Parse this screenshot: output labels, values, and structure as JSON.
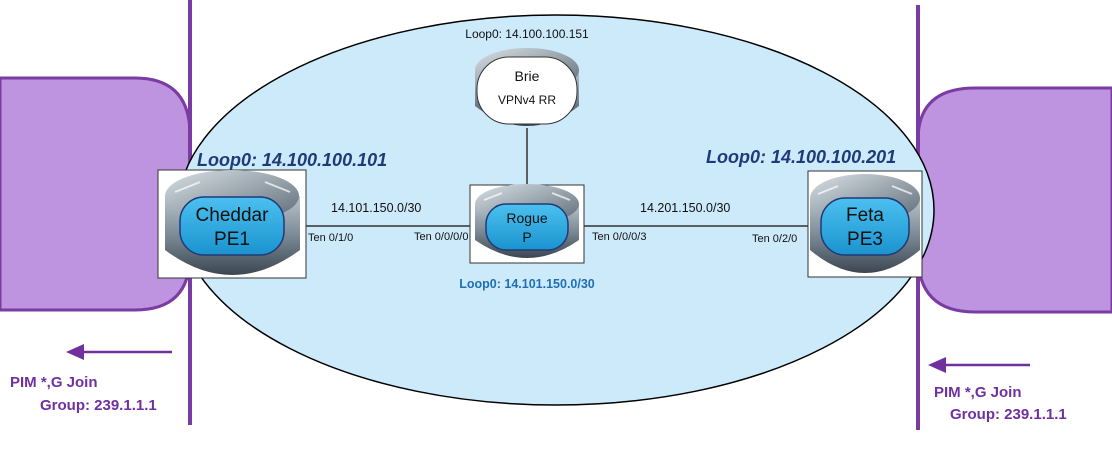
{
  "colors": {
    "cloud_fill": "#cdeafb",
    "site_fill": "#be93df",
    "site_stroke": "#7a3ca3",
    "router_face": "#2aaae2",
    "pim_text": "#7030a0",
    "loop_label": "#1f3a78",
    "rogue_loop_label": "#1f6fb4"
  },
  "routers": {
    "brie": {
      "name": "Brie",
      "role": "VPNv4 RR",
      "loopback": "Loop0: 14.100.100.151"
    },
    "cheddar": {
      "name": "Cheddar",
      "role": "PE1",
      "loopback": "Loop0: 14.100.100.101",
      "interface": "Ten 0/1/0"
    },
    "rogue": {
      "name": "Rogue",
      "role": "P",
      "loopback": "Loop0: 14.101.150.0/30",
      "interface_left": "Ten 0/0/0/0",
      "interface_right": "Ten 0/0/0/3"
    },
    "feta": {
      "name": "Feta",
      "role": "PE3",
      "loopback": "Loop0: 14.100.100.201",
      "interface": "Ten 0/2/0"
    }
  },
  "links": {
    "cheddar_rogue": "14.101.150.0/30",
    "rogue_feta": "14.201.150.0/30"
  },
  "pim_left": {
    "line1": "PIM *,G Join",
    "line2": "Group: 239.1.1.1"
  },
  "pim_right": {
    "line1": "PIM *,G Join",
    "line2": "Group: 239.1.1.1"
  }
}
